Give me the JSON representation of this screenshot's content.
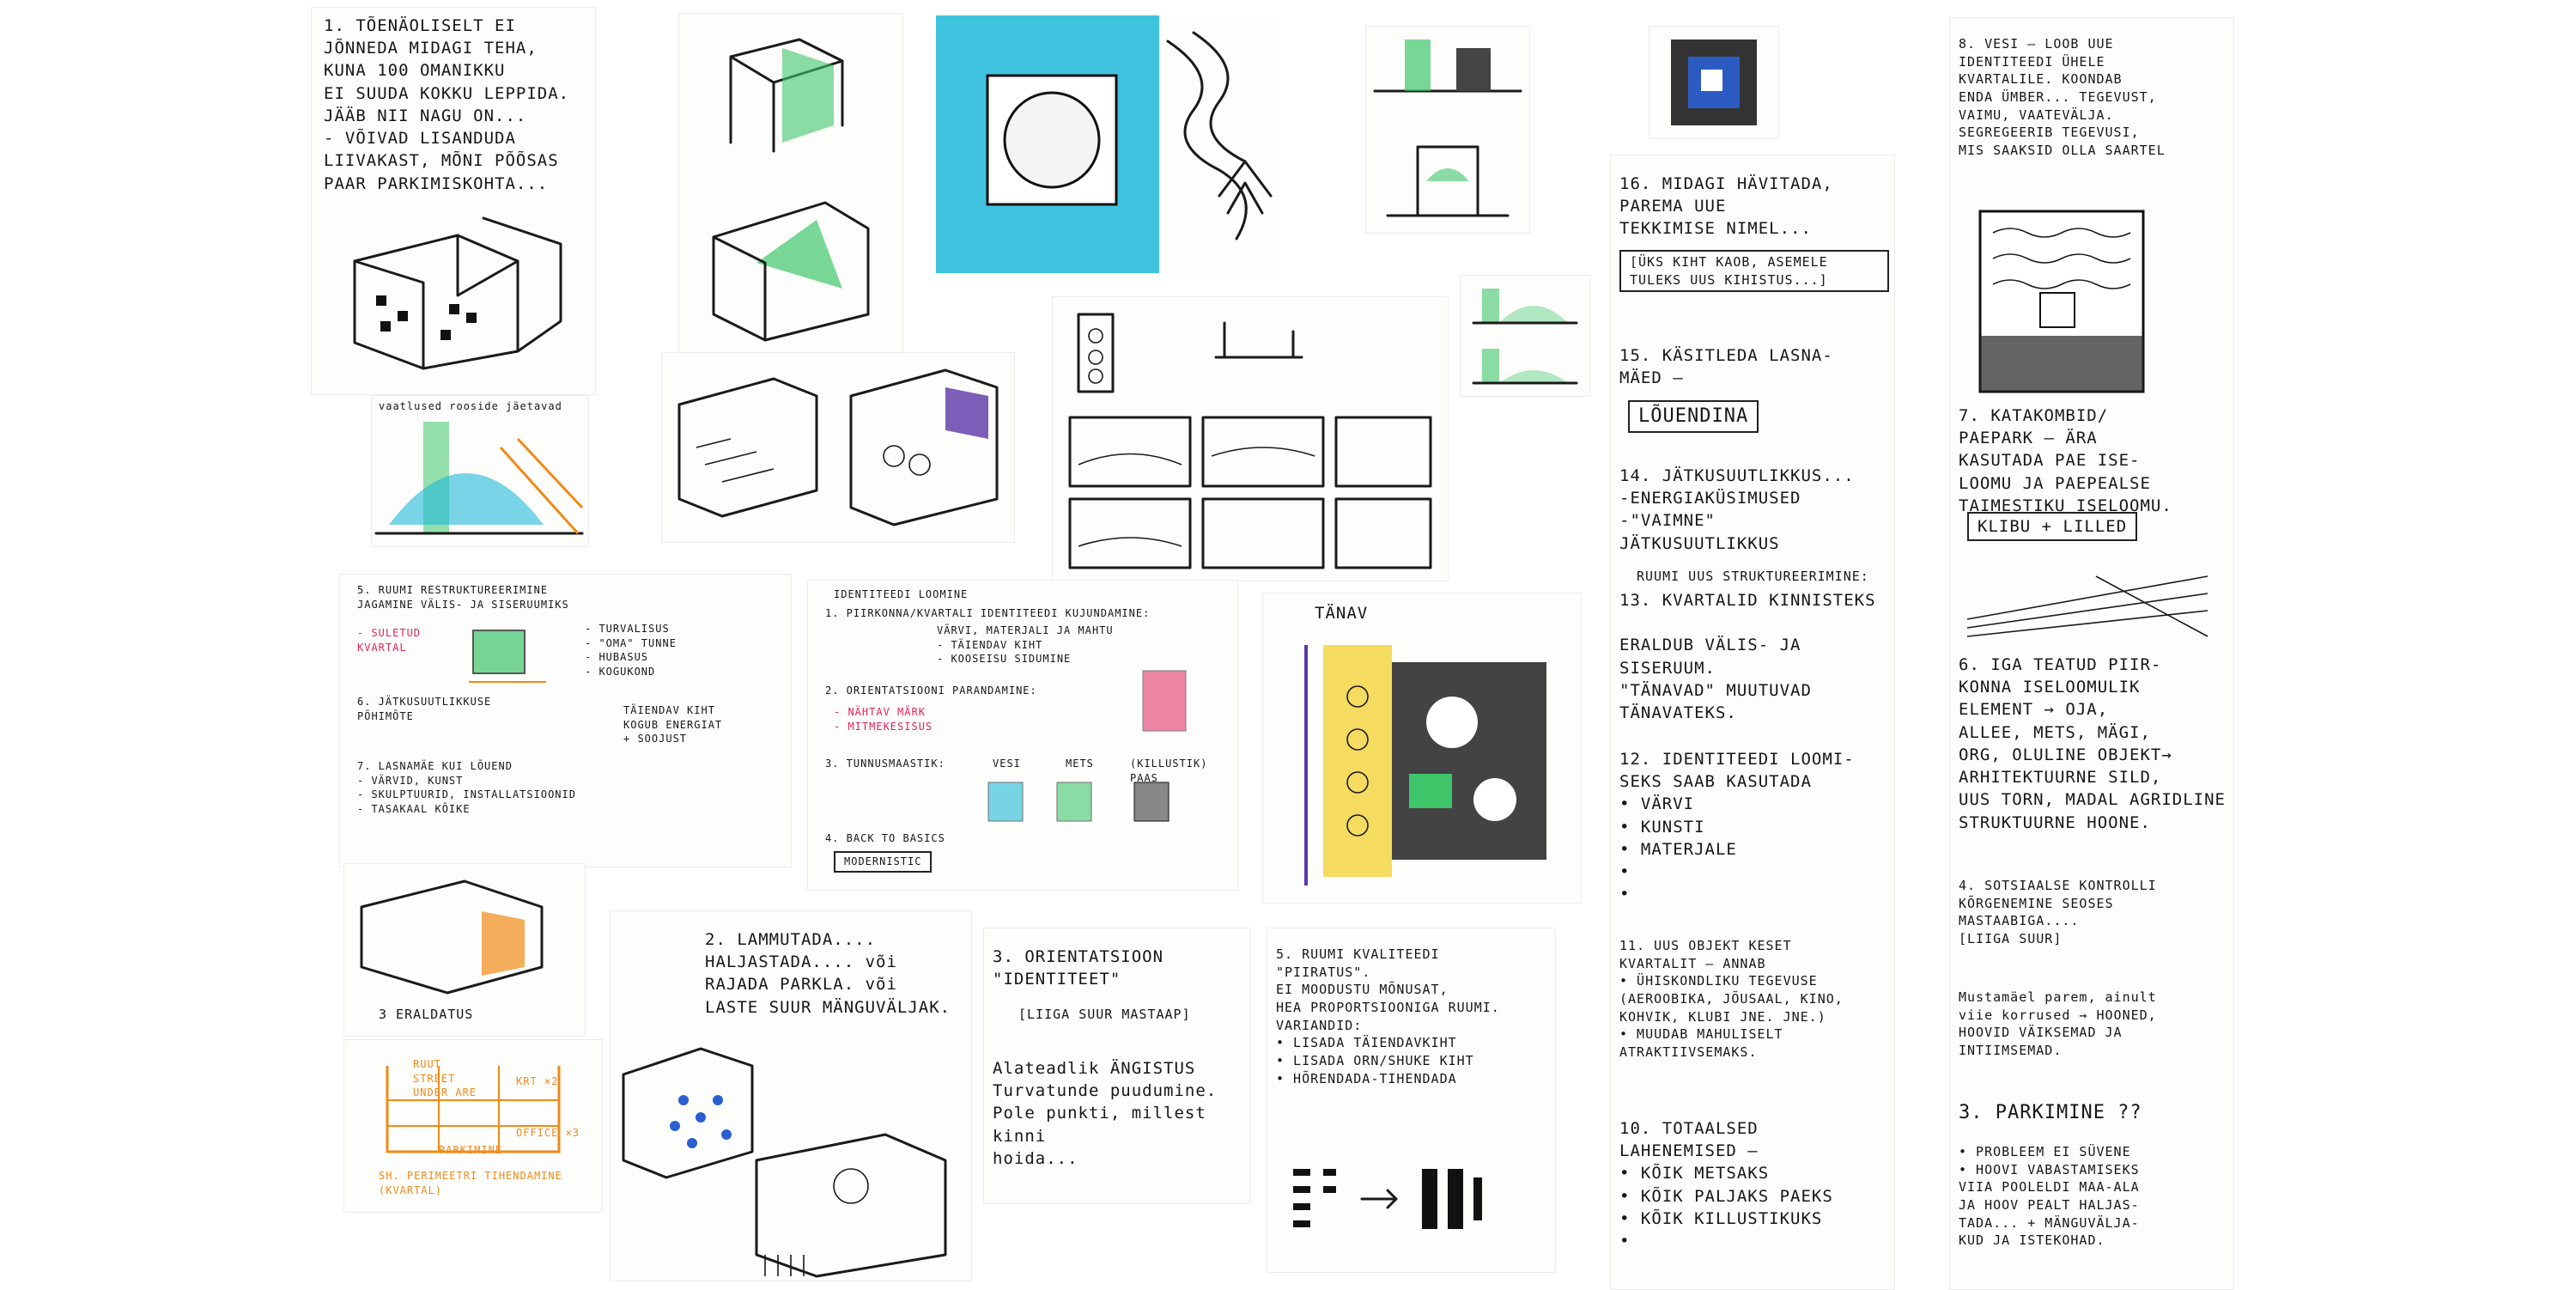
{
  "notes": {
    "n1": "1. TÕENÄOLISELT EI\nJÕNNEDA MIDAGI TEHA,\nKUNA 100 OMANIKKU\nEI SUUDA KOKKU LEPPIDA.\nJÄÄB NII NAGU ON...\n- VÕIVAD LISANDUDA\nLIIVAKAST, MÕNI PÕÕSAS\nPAAR PARKIMISKOHTA...",
    "n2": "2. LAMMUTADA....\nHALJASTADA.... või\nRAJADA PARKLA. või\nLASTE SUUR MÄNGUVÄLJAK.",
    "n3_title": "3. ORIENTATSIOON\n\"IDENTITEET\"",
    "n3_box": "[LIIGA SUUR MASTAAP]",
    "n3_body": "Alateadlik ÄNGISTUS\nTurvatunde puudumine.\nPole punkti, millest kinni\nhoida...",
    "n5": "5. RUUMI KVALITEEDI\n\"PIIRATUS\".\nEI MOODUSTU MÕNUSAT,\nHEA PROPORTSIOONIGA RUUMI.\nVARIANDID:\n  • LISADA TÄIENDAVKIHT\n  • LISADA ORN/SHUKE KIHT\n  • HÕRENDADA-TIHENDADA",
    "middle_list": [
      "16. MIDAGI HÄVITADA,\nPAREMA UUE\nTEKKIMISE NIMEL...",
      "[ÜKS KIHT KAOB, ASEMELE\nTULEKS UUS KIHISTUS...]",
      "15. KÄSITLEDA LASNA-\nMÄED —",
      "LÕUENDINA",
      "14. JÄTKUSUUTLIKKUS...\n-ENERGIAKÜSIMUSED\n-\"VAIMNE\" JÄTKUSUUTLIKKUS",
      "RUUMI UUS STRUKTUREERIMINE:",
      "13. KVARTALID KINNISTEKS\n\nERALDUB VÄLIS- JA\nSISERUUM.\n\"TÄNAVAD\" MUUTUVAD\nTÄNAVATEKS.",
      "12. IDENTITEEDI LOOMI-\nSEKS SAAB KASUTADA\n• VÄRVI\n• KUNSTI\n• MATERJALE\n•\n•",
      "11. UUS OBJEKT KESET\nKVARTALIT — ANNAB\n• ÜHISKONDLIKU TEGEVUSE\n(AEROOBIKA, JÕUSAAL, KINO,\nKOHVIK, KLUBI JNE. JNE.)\n• MUUDAB MAHULISELT\nATRAKTIIVSEMAKS.",
      "10. TOTAALSED\nLAHENEMISED —\n• KÕIK METSAKS\n• KÕIK PALJAKS PAEKS\n• KÕIK KILLUSTIKUKS\n•"
    ],
    "right_list": [
      "8. VESI — LOOB UUE\nIDENTITEEDI ÜHELE\nKVARTALILE. KOONDAB\nENDA ÜMBER... TEGEVUST,\nVAIMU, VAATEVÄLJA.\nSEGREGEERIB TEGEVUSI,\nMIS SAAKSID OLLA SAARTEL",
      "7. KATAKOMBID/\nPAEPARK — ÄRA\nKASUTADA PAE ISE-\nLOOMU JA PAEPEALSE\nTAIMESTIKU ISELOOMU.",
      "KLIBU + LILLED",
      "6. IGA TEATUD PIIR-\nKONNA ISELOOMULIK\nELEMENT → OJA,\nALLEE, METS, MÄGI,\nORG, OLULINE OBJEKT→\nARHITEKTUURNE SILD,\nUUS TORN, MADAL AGRIDLINE\nSTRUKTUURNE HOONE.",
      "4. SOTSIAALSE KONTROLLI\nKÕRGENEMINE SEOSES\nMASTAABIGA....\n[LIIGA SUUR]",
      "Mustamäel parem, ainult\nviie korrused → HOONED,\nHOOVID VÄIKSEMAD JA\nINTIIMSEMAD.",
      "3. PARKIMINE ??",
      "• PROBLEEM EI SÜVENE\n• HOOVI VABASTAMISEKS\nVIIA POOLELDI MAA-ALA\nJA HOOV PEALT HALJAS-\nTADA... + MÄNGUVÄLJA-\nKUD JA ISTEKOHAD."
    ],
    "sheet_red": {
      "title": "5. RUUMI RESTRUKTUREERIMINE\nJAGAMINE VÄLIS- JA SISERUUMIKS",
      "red1": "- SULETUD\nKVARTAL",
      "bullets": "- TURVALISUS\n- \"OMA\" TUNNE\n- HUBASUS\n- KOGUKOND",
      "item6": "6. JÄTKUSUUTLIKKUSE\nPÕHIMÕTE",
      "item6_note": "TÄIENDAV KIHT\nKOGUB ENERGIAT\n+ SOOJUST",
      "item7": "7. LASNAMÄE KUI LÕUEND\n- VÄRVID, KUNST\n- SKULPTUURID, INSTALLATSIOONID\n- TASAKAAL KÕIKE"
    },
    "sheet_id": {
      "title": "IDENTITEEDI LOOMINE",
      "i1": "1. PIIRKONNA/KVARTALI IDENTITEEDI KUJUNDAMINE:",
      "i1sub": "VÄRVI, MATERJALI JA MAHTU\n- TÄIENDAV KIHT\n- KOOSEISU SIDUMINE",
      "i2": "2. ORIENTATSIOONI PARANDAMINE:",
      "i2sub": "- NÄHTAV MÄRK\n- MITMEKESISUS",
      "i3": "3. TUNNUSMAASTIK:",
      "labels": [
        "VESI",
        "METS",
        "(KILLUSTIK) PAAS"
      ],
      "i4": "4. BACK TO BASICS",
      "i4sub": "MODERNISTIC"
    },
    "street_label": "TÄNAV",
    "eralduse_label": "3 ERALDATUS",
    "orange_notes": "RUUT\nSTREET\nUNDER ARE",
    "krt": "KRT ×2",
    "office": "OFFICE ×3",
    "parking": "PARKIMINE",
    "perimeter": "SH. PERIMEETRI TIHENDAMINE\n(KVARTAL)",
    "small_label": "vaatlused rooside jäetavad"
  },
  "colors": {
    "teal": "#1fb9d8",
    "green": "#3fc66b",
    "blue": "#2a5fd1",
    "red": "#e0245e",
    "orange": "#f08a16",
    "violet": "#5b36a8",
    "yellow": "#f3d238"
  }
}
